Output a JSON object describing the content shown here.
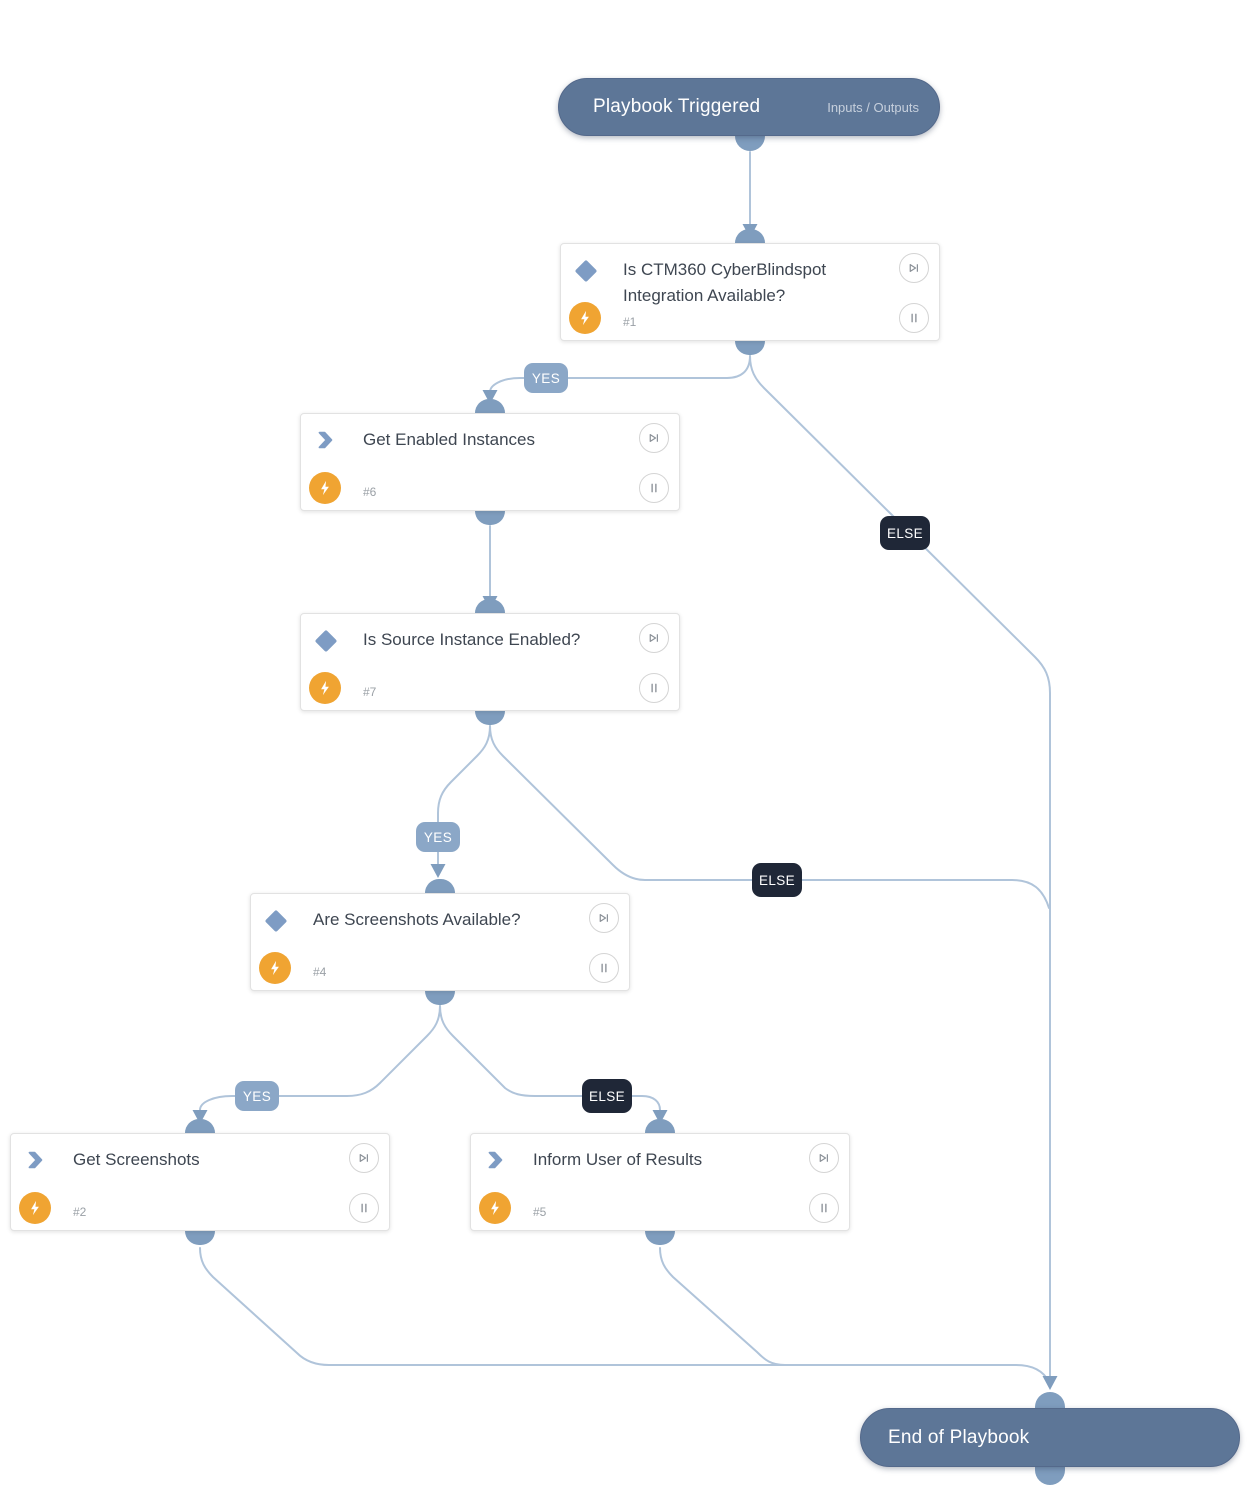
{
  "colors": {
    "terminal_pill_bg": "#5d7697",
    "connector_port": "#7f9dbe",
    "edge_line": "#b0c4da",
    "yes_badge_bg": "#8ba7c7",
    "else_badge_bg": "#1f2737",
    "node_icon_blue": "#7e9cc4",
    "automation_orange": "#f0a432",
    "card_border": "#e2e2e2",
    "title_text": "#3e4651",
    "muted_text": "#9aa0a6"
  },
  "start": {
    "label": "Playbook Triggered",
    "io_link": "Inputs / Outputs"
  },
  "end": {
    "label": "End of Playbook"
  },
  "labels": {
    "yes": "YES",
    "else": "ELSE"
  },
  "icons": {
    "condition": "diamond-icon",
    "task": "chevron-right-icon",
    "automation": "lightning-bolt-icon",
    "controls": [
      "skip-icon",
      "pause-icon"
    ]
  },
  "nodes": [
    {
      "id": "#1",
      "title": "Is CTM360 CyberBlindspot Integration Available?",
      "type": "condition"
    },
    {
      "id": "#6",
      "title": "Get Enabled Instances",
      "type": "task"
    },
    {
      "id": "#7",
      "title": "Is Source Instance Enabled?",
      "type": "condition"
    },
    {
      "id": "#4",
      "title": "Are Screenshots Available?",
      "type": "condition"
    },
    {
      "id": "#2",
      "title": "Get Screenshots",
      "type": "task"
    },
    {
      "id": "#5",
      "title": "Inform User of Results",
      "type": "task"
    }
  ]
}
